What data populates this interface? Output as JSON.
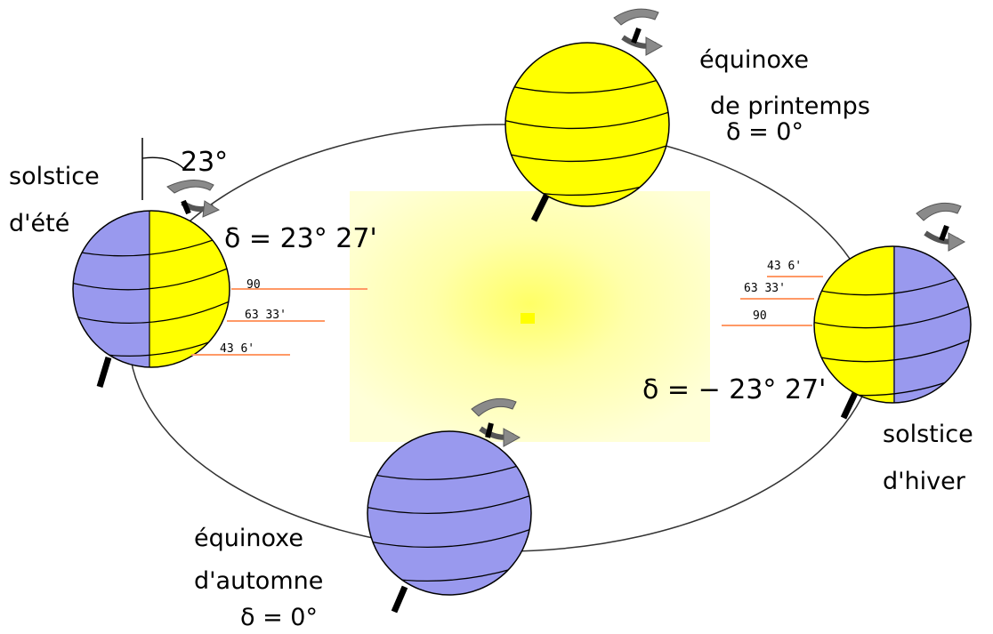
{
  "colors": {
    "sunlit": "#ffff00",
    "night": "#9999ee",
    "ray": "#ff9966",
    "axis": "#000000",
    "arrow": "#8a8a8a"
  },
  "labels": {
    "tilt_angle": "23°",
    "summer_solstice_line1": "solstice",
    "summer_solstice_line2": "d'été",
    "summer_decl": "δ = 23° 27'",
    "spring_equinox_line1": "équinoxe",
    "spring_equinox_line2": "de printemps",
    "spring_decl": "δ = 0°",
    "autumn_equinox_line1": "équinoxe",
    "autumn_equinox_line2": "d'automne",
    "autumn_decl": "δ = 0°",
    "winter_solstice_line1": "solstice",
    "winter_solstice_line2": "d'hiver",
    "winter_decl": "δ = − 23° 27'"
  },
  "summer_rays": [
    "90",
    "63 33'",
    "43 6'"
  ],
  "winter_rays": [
    "43 6'",
    "63 33'",
    "90"
  ]
}
